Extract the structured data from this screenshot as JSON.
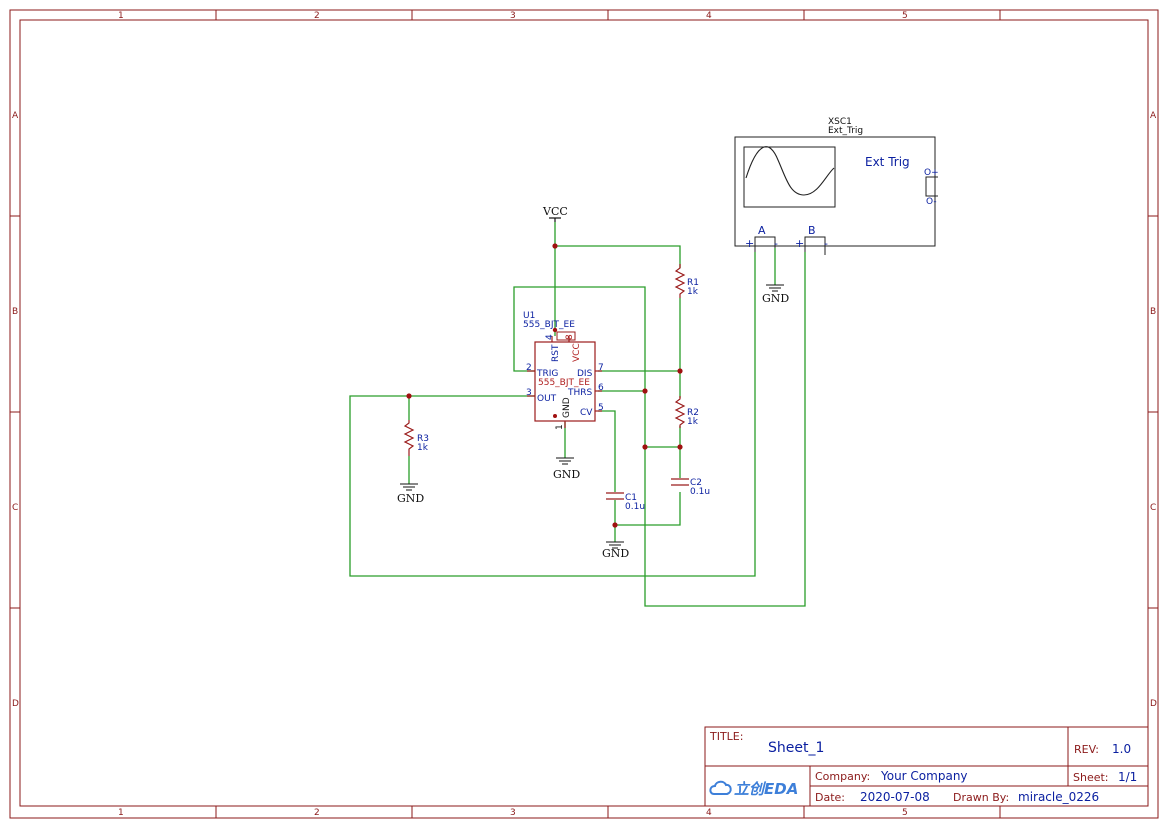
{
  "frame": {
    "columns": [
      "1",
      "2",
      "3",
      "4",
      "5"
    ],
    "rows": [
      "A",
      "B",
      "C",
      "D"
    ]
  },
  "power": {
    "vcc": "VCC",
    "gnd": "GND"
  },
  "u1": {
    "ref": "U1",
    "value": "555_BJT_EE",
    "body_label": "555_BJT_EE",
    "pins": {
      "rst": "RST",
      "vcc": "VCC",
      "trig": "TRIG",
      "out": "OUT",
      "dis": "DIS",
      "thrs": "THRS",
      "cv": "CV",
      "gnd": "GND"
    },
    "pin_numbers": {
      "p1": "1",
      "p2": "2",
      "p3": "3",
      "p4": "4",
      "p5": "5",
      "p6": "6",
      "p7": "7",
      "p8": "8"
    }
  },
  "r1": {
    "ref": "R1",
    "value": "1k"
  },
  "r2": {
    "ref": "R2",
    "value": "1k"
  },
  "r3": {
    "ref": "R3",
    "value": "1k"
  },
  "c1": {
    "ref": "C1",
    "value": "0.1u"
  },
  "c2": {
    "ref": "C2",
    "value": "0.1u"
  },
  "scope": {
    "ref": "XSC1",
    "value": "Ext_Trig",
    "title": "Ext Trig",
    "ch_a": "A",
    "ch_b": "B",
    "plus": "+",
    "minus": "-",
    "ext_plus": "O+",
    "ext_minus": "O-"
  },
  "title_block": {
    "title_label": "TITLE:",
    "title": "Sheet_1",
    "rev_label": "REV:",
    "rev": "1.0",
    "company_label": "Company:",
    "company": "Your Company",
    "sheet_label": "Sheet:",
    "sheet": "1/1",
    "date_label": "Date:",
    "date": "2020-07-08",
    "drawn_by_label": "Drawn By:",
    "drawn_by": "miracle_0226",
    "logo_text": "立创EDA"
  },
  "colors": {
    "frame": "#8b1a1a",
    "wire": "#2a9d2a",
    "component": "#9b1c1c",
    "label_blue": "#0a1fa0"
  }
}
